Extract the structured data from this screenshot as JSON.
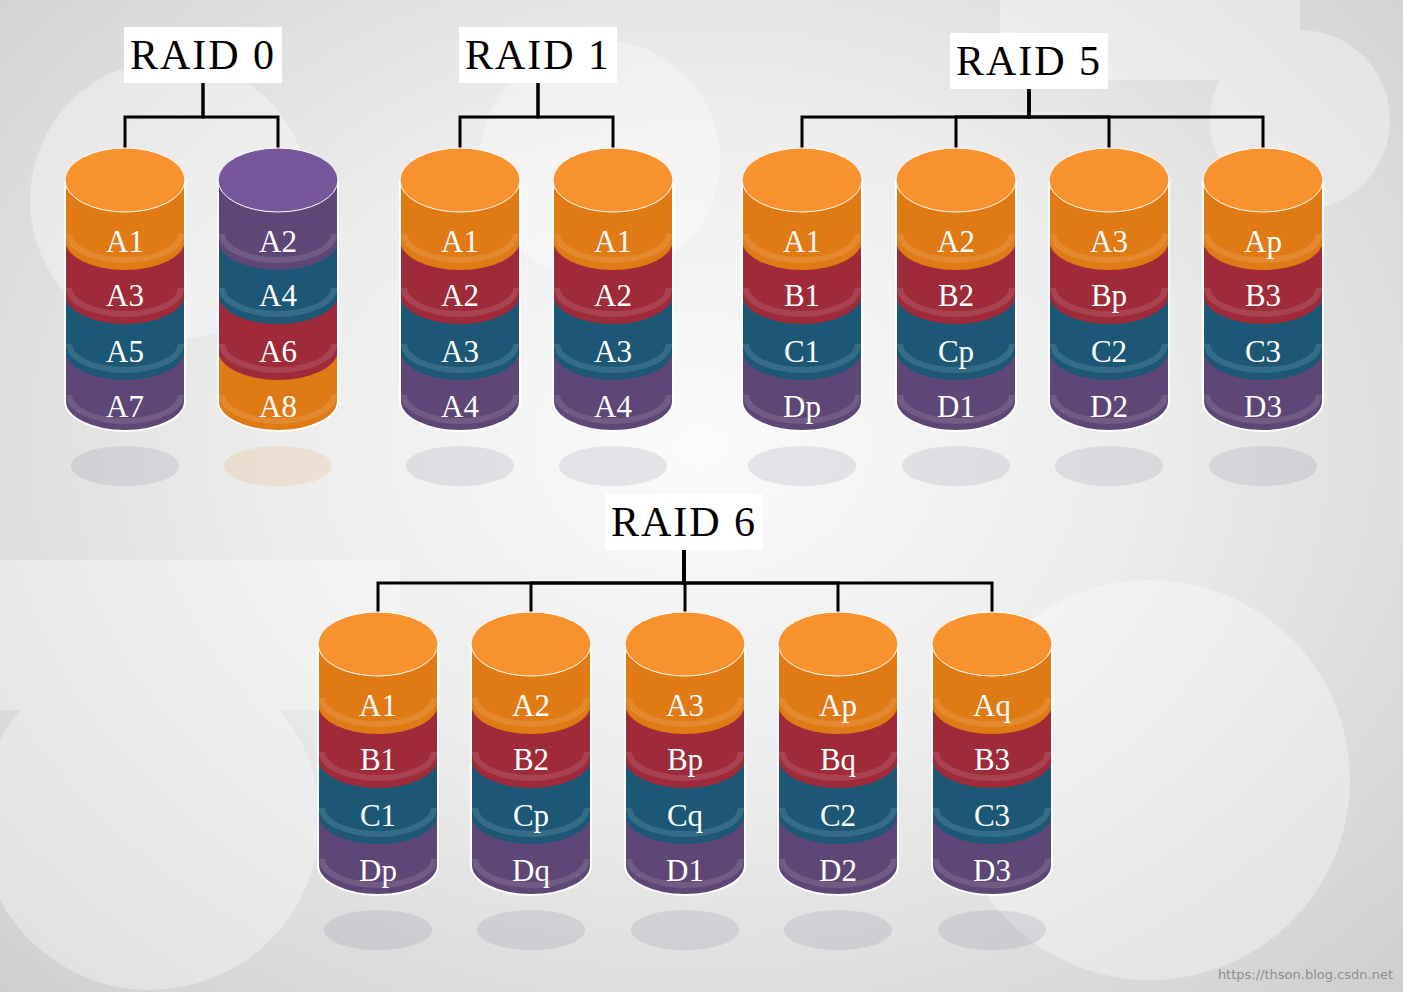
{
  "diagram": {
    "nodes": [
      {
        "text": [
          "RAID 0"
        ]
      },
      {
        "text": [
          "RAID 1"
        ]
      },
      {
        "text": [
          "RAID 5"
        ]
      },
      {
        "text": [
          "A1",
          "A3",
          "A5",
          "A7"
        ]
      },
      {
        "text": [
          "A2",
          "A4",
          "A6",
          "A8"
        ]
      },
      {
        "text": [
          "A1",
          "A2",
          "A3",
          "A4"
        ]
      },
      {
        "text": [
          "A1",
          "A2",
          "A3",
          "A4"
        ]
      },
      {
        "text": [
          "A1",
          "B1",
          "C1",
          "Dp"
        ]
      },
      {
        "text": [
          "A2",
          "B2",
          "Cp",
          "D1"
        ]
      },
      {
        "text": [
          "A3",
          "Bp",
          "C2",
          "D2"
        ]
      },
      {
        "text": [
          "Ap",
          "B3",
          "C3",
          "D3"
        ]
      },
      {
        "text": [
          "RAID 6"
        ]
      },
      {
        "text": [
          "A1",
          "B1",
          "C1",
          "Dp"
        ]
      },
      {
        "text": [
          "A2",
          "B2",
          "Cp",
          "Dq"
        ]
      },
      {
        "text": [
          "A3",
          "Bp",
          "Cq",
          "D1"
        ]
      },
      {
        "text": [
          "Ap",
          "Bq",
          "C2",
          "D2"
        ]
      },
      {
        "text": [
          "Aq",
          "B3",
          "C3",
          "D3"
        ]
      }
    ],
    "edges": [
      {
        "from": 0,
        "to": 3,
        "arrow": "none"
      },
      {
        "from": 0,
        "to": 4,
        "arrow": "none"
      },
      {
        "from": 1,
        "to": 5,
        "arrow": "none"
      },
      {
        "from": 1,
        "to": 6,
        "arrow": "none"
      },
      {
        "from": 2,
        "to": 7,
        "arrow": "none"
      },
      {
        "from": 2,
        "to": 8,
        "arrow": "none"
      },
      {
        "from": 2,
        "to": 9,
        "arrow": "none"
      },
      {
        "from": 2,
        "to": 10,
        "arrow": "none"
      },
      {
        "from": 11,
        "to": 12,
        "arrow": "none"
      },
      {
        "from": 11,
        "to": 13,
        "arrow": "none"
      },
      {
        "from": 11,
        "to": 14,
        "arrow": "none"
      },
      {
        "from": 11,
        "to": 15,
        "arrow": "none"
      },
      {
        "from": 11,
        "to": 16,
        "arrow": "none"
      }
    ],
    "labels": [
      "https://thson.blog.csdn.net"
    ]
  }
}
